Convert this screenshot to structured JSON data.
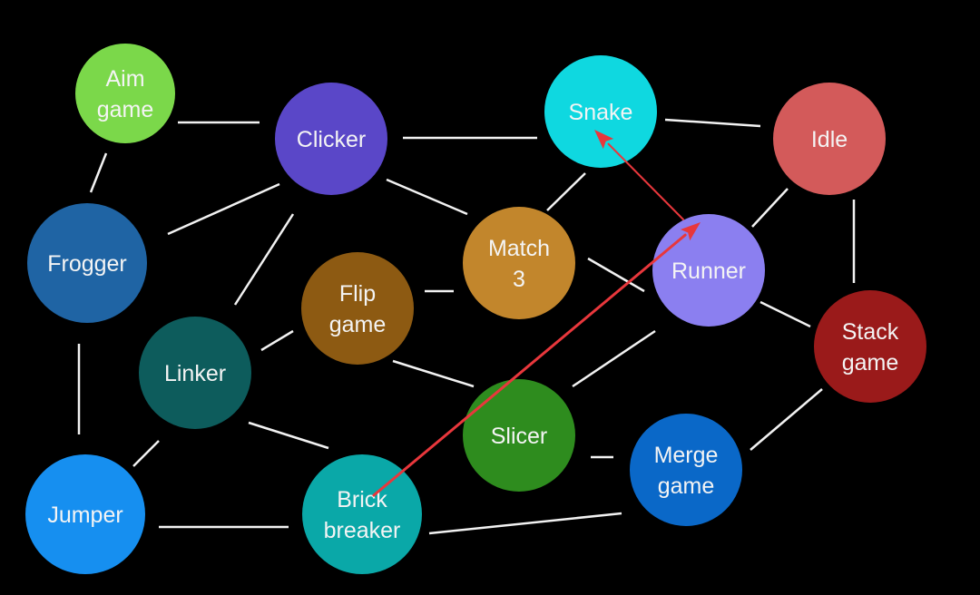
{
  "diagram": {
    "title": "Game genre connection map",
    "background": "#000000",
    "edge_color": "#f2f2f2",
    "arrow_color": "#e8373c",
    "nodes": [
      {
        "id": "aim",
        "label": [
          "Aim",
          "game"
        ],
        "color": "#7bd84a"
      },
      {
        "id": "clicker",
        "label": [
          "Clicker"
        ],
        "color": "#5a47c8"
      },
      {
        "id": "snake",
        "label": [
          "Snake"
        ],
        "color": "#0fd8e0"
      },
      {
        "id": "idle",
        "label": [
          "Idle"
        ],
        "color": "#d35a5a"
      },
      {
        "id": "frogger",
        "label": [
          "Frogger"
        ],
        "color": "#1f64a4"
      },
      {
        "id": "match3",
        "label": [
          "Match",
          "3"
        ],
        "color": "#c2862c"
      },
      {
        "id": "runner",
        "label": [
          "Runner"
        ],
        "color": "#8b7ff0"
      },
      {
        "id": "flip",
        "label": [
          "Flip",
          "game"
        ],
        "color": "#8d5a12"
      },
      {
        "id": "stack",
        "label": [
          "Stack",
          "game"
        ],
        "color": "#9a1a1a"
      },
      {
        "id": "linker",
        "label": [
          "Linker"
        ],
        "color": "#0d5c5c"
      },
      {
        "id": "slicer",
        "label": [
          "Slicer"
        ],
        "color": "#2e8c1e"
      },
      {
        "id": "merge",
        "label": [
          "Merge",
          "game"
        ],
        "color": "#0a68c8"
      },
      {
        "id": "jumper",
        "label": [
          "Jumper"
        ],
        "color": "#168ff0"
      },
      {
        "id": "brick",
        "label": [
          "Brick",
          "breaker"
        ],
        "color": "#0aa8a8"
      }
    ],
    "edges": [
      [
        "aim",
        "clicker"
      ],
      [
        "aim",
        "frogger"
      ],
      [
        "clicker",
        "snake"
      ],
      [
        "clicker",
        "frogger"
      ],
      [
        "clicker",
        "linker"
      ],
      [
        "clicker",
        "match3"
      ],
      [
        "snake",
        "idle"
      ],
      [
        "snake",
        "match3"
      ],
      [
        "idle",
        "runner"
      ],
      [
        "idle",
        "stack"
      ],
      [
        "match3",
        "flip"
      ],
      [
        "match3",
        "runner"
      ],
      [
        "runner",
        "stack"
      ],
      [
        "runner",
        "slicer"
      ],
      [
        "flip",
        "linker"
      ],
      [
        "flip",
        "slicer"
      ],
      [
        "frogger",
        "jumper"
      ],
      [
        "linker",
        "jumper"
      ],
      [
        "linker",
        "brick"
      ],
      [
        "jumper",
        "brick"
      ],
      [
        "slicer",
        "merge"
      ],
      [
        "merge",
        "stack"
      ],
      [
        "merge",
        "brick"
      ]
    ],
    "arrows": [
      {
        "from": "brick",
        "to": "runner"
      },
      {
        "from": "runner",
        "to": "snake"
      }
    ]
  }
}
